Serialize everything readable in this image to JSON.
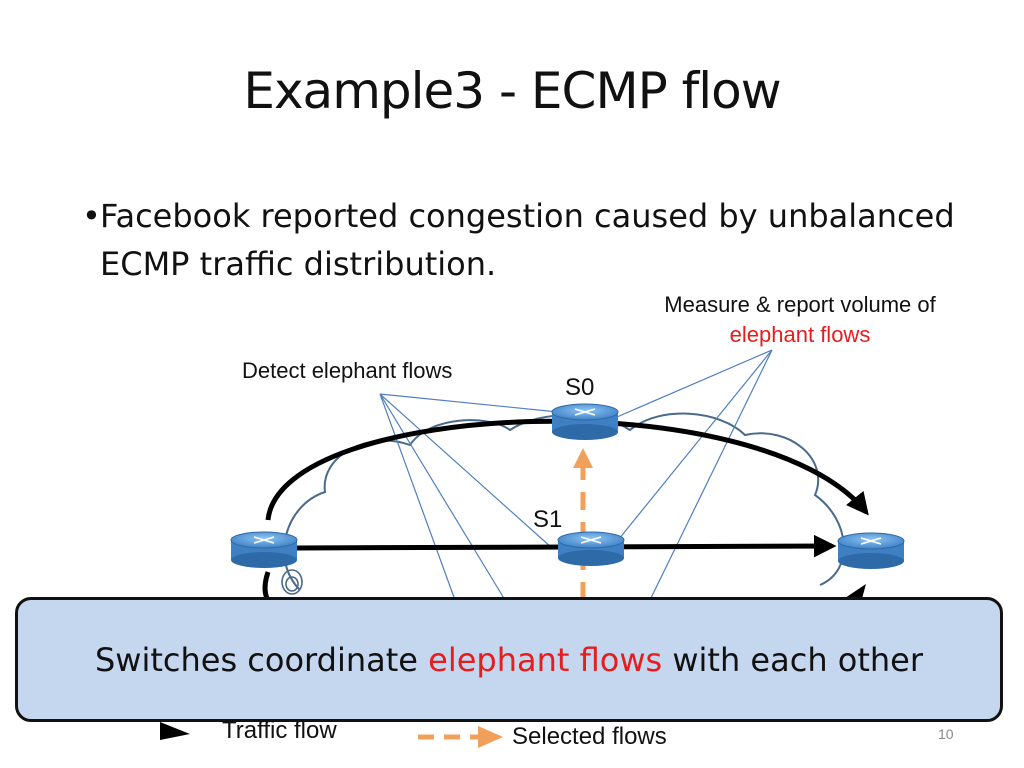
{
  "slide": {
    "title": "Example3 - ECMP flow",
    "bullet_marker": "•",
    "bullet_text": "Facebook reported congestion caused by unbalanced ECMP traffic distribution.",
    "slide_number": "10"
  },
  "diagram": {
    "measure_label_line1": "Measure & report volume of",
    "measure_label_line2": "elephant flows",
    "detect_label": "Detect elephant flows",
    "nodes": {
      "s0": "S0",
      "s1": "S1"
    },
    "legend": {
      "traffic_flow": "Traffic flow",
      "selected_flows": "Selected flows"
    }
  },
  "callout": {
    "before": "Switches coordinate ",
    "highlight": "elephant flows",
    "after": " with each other"
  },
  "colors": {
    "flow_arrow": "#000000",
    "selected_flow": "#f0a05a",
    "router_fill": "#4a8fd0",
    "annotation_line": "#4f7fbf",
    "cloud_outline": "#4a6a8a",
    "highlight_text": "#e41e1e",
    "callout_bg": "#c5d6ef"
  }
}
